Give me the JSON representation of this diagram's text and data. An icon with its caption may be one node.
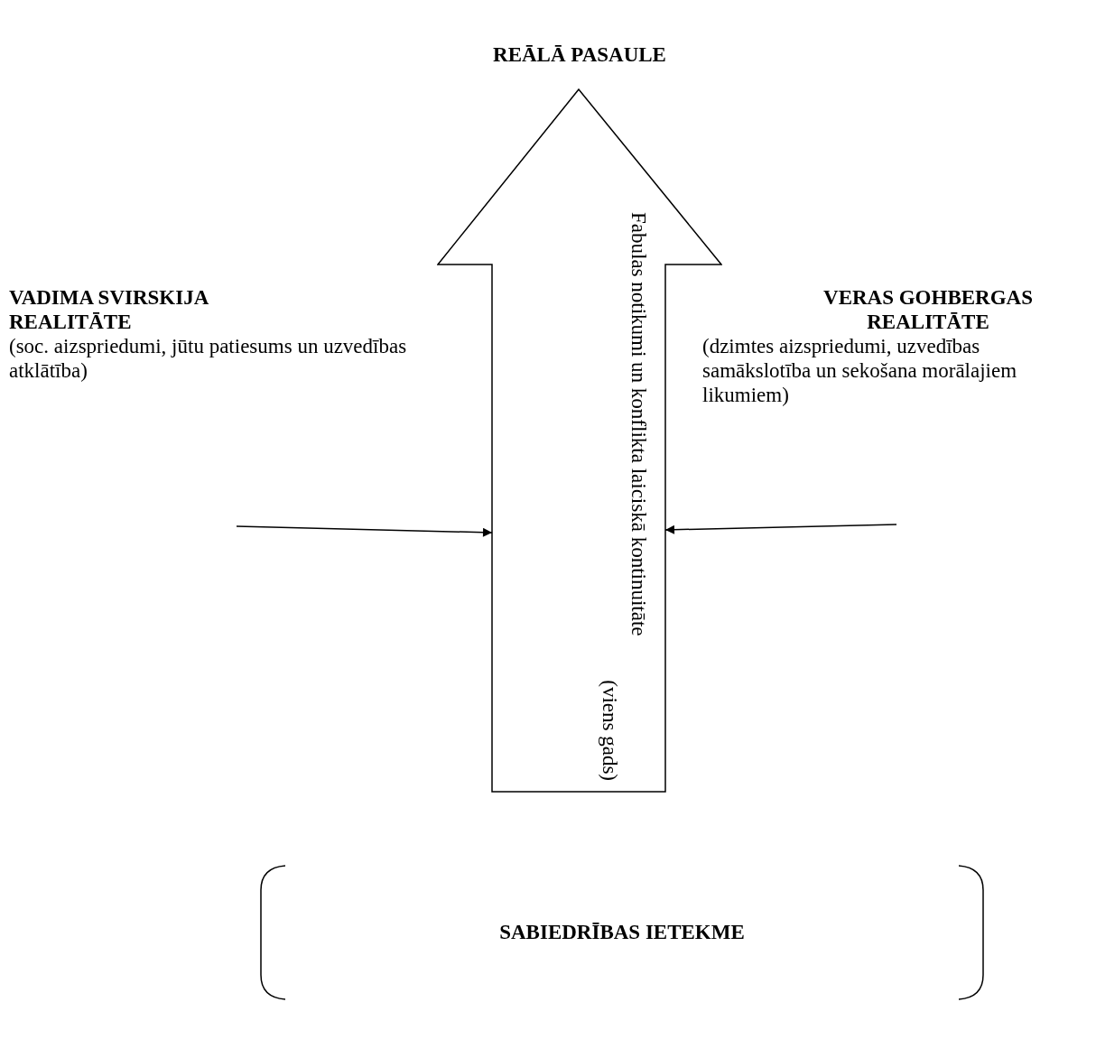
{
  "diagram": {
    "title": "REĀLĀ PASAULE",
    "nodes": [
      {
        "text": [
          "VADIMA SVIRSKIJA REALITĀTE",
          "(soc. aizspriedumi, jūtu patiesums un uzvedības atklātība)"
        ]
      },
      {
        "text": [
          "Fabulas notikumi un konflikta laiciskā kontinuitāte",
          "(viens gads)"
        ]
      },
      {
        "text": [
          "VERAS GOHBERGAS REALITĀTE",
          "(dzimtes aizspriedumi, uzvedības samākslotība un sekošana morālajiem likumiem)"
        ]
      },
      {
        "text": [
          "SABIEDRĪBAS IETEKME"
        ]
      }
    ],
    "edges": [
      {
        "from": null,
        "to": 1,
        "arrow": "to"
      },
      {
        "from": null,
        "to": 1,
        "arrow": "to"
      }
    ]
  }
}
